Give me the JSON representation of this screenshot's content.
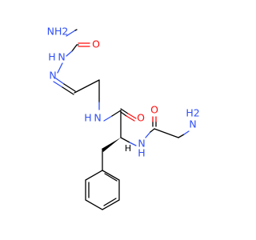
{
  "structure": {
    "atoms": {
      "nh2_top": "NH2",
      "o_top": "O",
      "n_hydrazide": "N",
      "h_hydrazide": "H",
      "n_imine": "N",
      "n_amide1": "N",
      "h_amide1": "H",
      "o_amide1": "O",
      "n_amide2": "N",
      "h_amide2": "H",
      "o_amide2": "O",
      "n_amine": "N",
      "h2_amine": "H2",
      "h_stereo": "H"
    },
    "colors": {
      "nitrogen": "#3050f8",
      "oxygen": "#ff0d0d",
      "carbon_bond": "#000000"
    }
  }
}
